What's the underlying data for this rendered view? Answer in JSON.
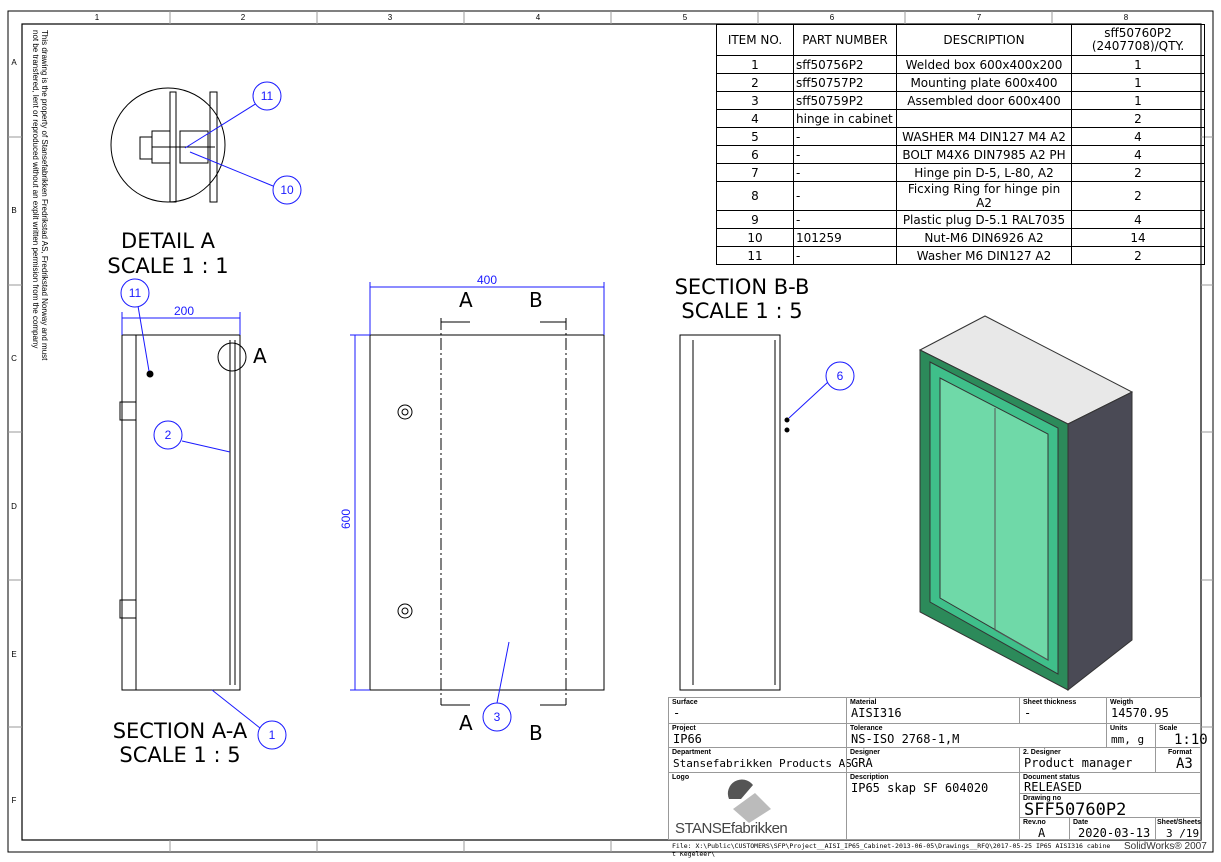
{
  "zones": {
    "cols": [
      "1",
      "2",
      "3",
      "4",
      "5",
      "6",
      "7",
      "8"
    ],
    "rows": [
      "A",
      "B",
      "C",
      "D",
      "E",
      "F"
    ]
  },
  "notice": [
    "This drawing is the property of Stansefabrikken Fredrikstad AS, Fredrikstad Norway and must",
    "not be transfered, lent or reproduced without an explit written permision from the company"
  ],
  "bom": {
    "headers": [
      "ITEM NO.",
      "PART NUMBER",
      "DESCRIPTION",
      "sff50760P2 (2407708)/QTY."
    ],
    "rows": [
      [
        "1",
        "sff50756P2",
        "Welded box 600x400x200",
        "1"
      ],
      [
        "2",
        "sff50757P2",
        "Mounting plate 600x400",
        "1"
      ],
      [
        "3",
        "sff50759P2",
        "Assembled door 600x400",
        "1"
      ],
      [
        "4",
        "hinge in cabinet",
        "",
        "2"
      ],
      [
        "5",
        "-",
        "WASHER M4 DIN127  M4 A2",
        "4"
      ],
      [
        "6",
        "-",
        "BOLT M4X6 DIN7985 A2 PH",
        "4"
      ],
      [
        "7",
        "-",
        "Hinge pin D-5, L-80, A2",
        "2"
      ],
      [
        "8",
        "-",
        "Ficxing Ring for hinge pin A2",
        "2"
      ],
      [
        "9",
        "-",
        "Plastic plug D-5.1 RAL7035",
        "4"
      ],
      [
        "10",
        "101259",
        "Nut-M6 DIN6926 A2",
        "14"
      ],
      [
        "11",
        "-",
        "Washer M6 DIN127 A2",
        "2"
      ]
    ]
  },
  "views": {
    "detail_a": {
      "title": "DETAIL A",
      "scale": "SCALE 1 : 1",
      "balloons": [
        "11",
        "10"
      ]
    },
    "section_aa": {
      "title": "SECTION A-A",
      "scale": "SCALE 1 : 5",
      "dim": "200",
      "detail_ref": "A",
      "balloons": [
        "11",
        "2",
        "1"
      ]
    },
    "front": {
      "dim_w": "400",
      "dim_h": "600",
      "cut_a": "A",
      "cut_b": "B",
      "balloon": "3"
    },
    "section_bb": {
      "title": "SECTION B-B",
      "scale": "SCALE 1 : 5",
      "balloon": "6"
    }
  },
  "title_block": {
    "surface": {
      "label": "Surface",
      "value": "-"
    },
    "material": {
      "label": "Material",
      "value": "AISI316"
    },
    "sheet_thickness": {
      "label": "Sheet thickness",
      "value": "-"
    },
    "weight": {
      "label": "Weigth",
      "value": "14570.95"
    },
    "project": {
      "label": "Project",
      "value": "IP66"
    },
    "tolerance": {
      "label": "Tolerance",
      "value": "NS-ISO 2768-1,M"
    },
    "units": {
      "label": "Units",
      "value": "mm, g"
    },
    "scale": {
      "label": "Scale",
      "value": "1:10"
    },
    "department": {
      "label": "Department",
      "value": "Stansefabrikken Products AS"
    },
    "designer": {
      "label": "Designer",
      "value": "GRA"
    },
    "designer2": {
      "label": "2. Designer",
      "value": "Product manager"
    },
    "format": {
      "label": "Format",
      "value": "A3"
    },
    "logo": {
      "label": "Logo",
      "text": "STANSEfabrikken"
    },
    "description": {
      "label": "Description",
      "value": "IP65 skap SF 604020"
    },
    "status": {
      "label": "Document status",
      "value": "RELEASED"
    },
    "drawing_no": {
      "label": "Drawing no",
      "value": "SFF50760P2"
    },
    "rev": {
      "label": "Rev.no",
      "value": "A"
    },
    "date": {
      "label": "Date",
      "value": "2020-03-13"
    },
    "sheet": {
      "label": "Sheet/Sheets",
      "value": "3 /19"
    }
  },
  "file_path": "File: X:\\Public\\CUSTOMERS\\SFP\\Project__AISI_IP65_Cabinet-2013-06-05\\Drawings__RFQ\\2017-05-25 IP65 AISI316 cabinet Kegeleer\\",
  "software": "SolidWorks® 2007",
  "colors": {
    "annotation": "#1a1aff",
    "door_green": "#3fbf8a",
    "side_dark": "#4a4a55"
  }
}
